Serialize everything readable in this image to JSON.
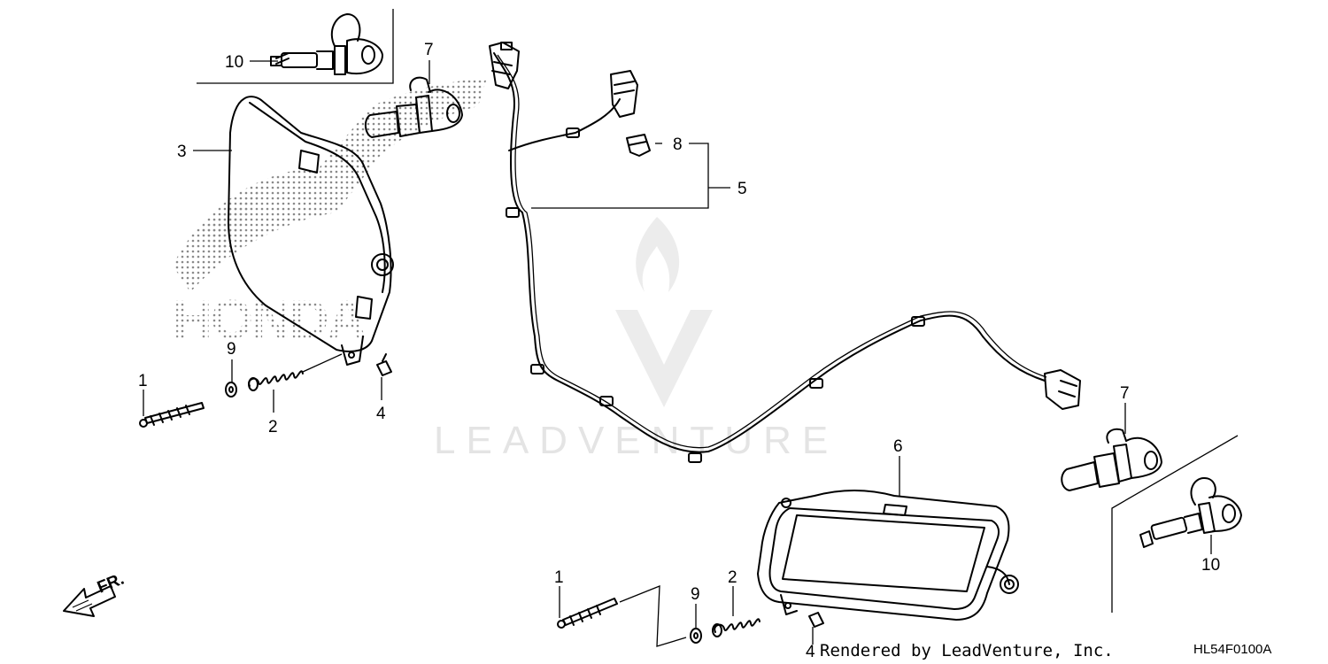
{
  "callouts": {
    "c1_left": "1",
    "c2_left": "2",
    "c3": "3",
    "c4_left": "4",
    "c5": "5",
    "c6": "6",
    "c7_top": "7",
    "c7_right": "7",
    "c8": "8",
    "c9_left": "9",
    "c10_top": "10",
    "c10_right": "10",
    "c1_bottom": "1",
    "c9_bottom": "9",
    "c2_bottom": "2",
    "c4_bottom": "4"
  },
  "direction_label": "FR.",
  "watermark": {
    "brand": "HONDA",
    "company": "LEADVENTURE"
  },
  "credit": "Rendered by LeadVenture, Inc.",
  "diagram_code": "HL54F0100A",
  "icons": [
    "front-arrow-icon",
    "leadventure-logo-icon",
    "honda-wing-watermark-icon"
  ]
}
